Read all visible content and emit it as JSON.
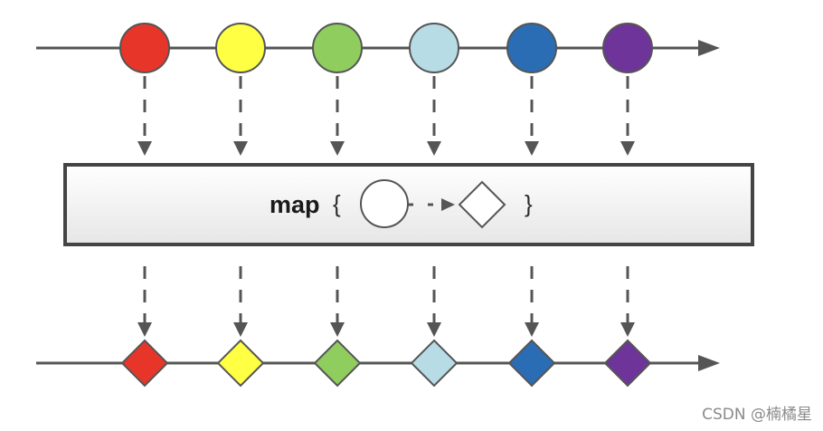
{
  "operator": {
    "name": "map",
    "open_brace": "{",
    "close_brace": "}",
    "input_shape": "circle",
    "output_shape": "diamond"
  },
  "input_stream": {
    "item_shape": "circle",
    "items": [
      {
        "color": "#e8352a"
      },
      {
        "color": "#ffff44"
      },
      {
        "color": "#8fcd5e"
      },
      {
        "color": "#b7dce6"
      },
      {
        "color": "#2a6db5"
      },
      {
        "color": "#6e3499"
      }
    ]
  },
  "output_stream": {
    "item_shape": "diamond",
    "items": [
      {
        "color": "#e8352a"
      },
      {
        "color": "#ffff44"
      },
      {
        "color": "#8fcd5e"
      },
      {
        "color": "#b7dce6"
      },
      {
        "color": "#2a6db5"
      },
      {
        "color": "#6e3499"
      }
    ]
  },
  "colors": {
    "line": "#555555",
    "box_border": "#444444",
    "box_fill_top": "#ffffff",
    "box_fill_bottom": "#e6e6e6"
  },
  "watermark": "CSDN @楠橘星"
}
